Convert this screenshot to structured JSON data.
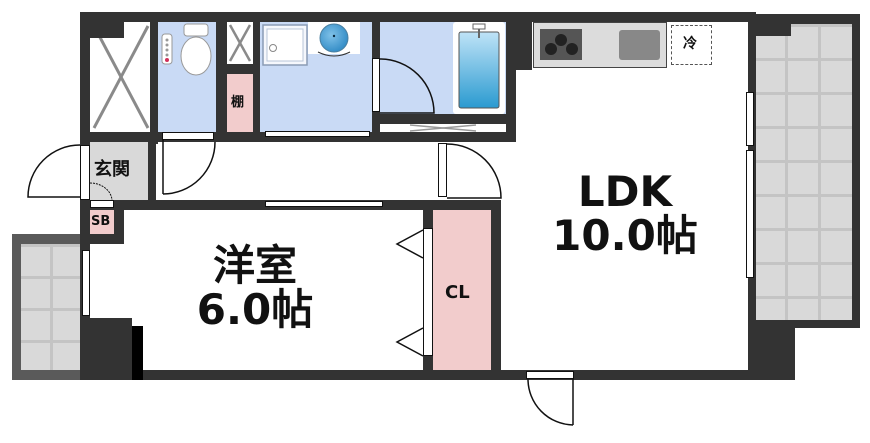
{
  "floor_plan": {
    "rooms": {
      "ldk": {
        "name": "LDK",
        "size": "10.0帖"
      },
      "western_room": {
        "name": "洋室",
        "size": "6.0帖"
      },
      "closet": {
        "name": "CL"
      },
      "entrance": {
        "name": "玄関"
      },
      "shoe_box": {
        "name": "SB"
      },
      "shelf": {
        "name": "棚"
      },
      "refrigerator": {
        "name": "冷"
      }
    },
    "colors": {
      "wall": "#333333",
      "wet_area": "#c9daf5",
      "storage": "#f2cccc",
      "balcony": "#d9d9d9",
      "kitchen_counter": "#dcdcdc"
    }
  }
}
